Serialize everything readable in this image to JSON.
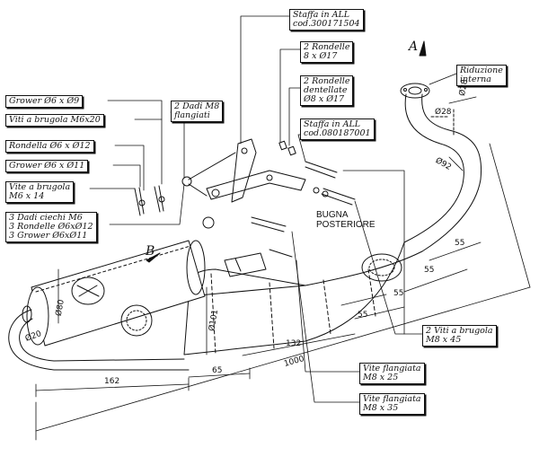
{
  "callouts": {
    "staffa_top": [
      "Staffa in ALL",
      "cod.300171504"
    ],
    "rondelle_8": [
      "2 Rondelle",
      "8 x Ø17"
    ],
    "rondelle_dent": [
      "2 Rondelle",
      "dentellate",
      "Ø8 x Ø17"
    ],
    "staffa_mid": [
      "Staffa in ALL",
      "cod.080187001"
    ],
    "riduzione": [
      "Riduzione",
      "interna"
    ],
    "dadi_m8": [
      "2 Dadi M8",
      "flangiati"
    ],
    "grower_8": "Grower Ø6 x Ø9",
    "viti_brugola": "Viti a brugola M6x20",
    "rondella_12": "Rondella Ø6 x Ø12",
    "grower_11": "Grower Ø6 x Ø11",
    "vite_brugola_14": [
      "Vite a brugola",
      "M6 x 14"
    ],
    "dadi_ciechi": [
      "3 Dadi ciechi M6",
      "3 Rondelle Ø6xØ12",
      "3 Grower Ø6xØ11"
    ],
    "viti_m8_45": [
      "2 Viti a brugola",
      "M8 x 45"
    ],
    "vite_flang_25": [
      "Vite flangiata",
      "M8 x 25"
    ],
    "vite_flang_35": [
      "Vite flangiata",
      "M8 x 35"
    ]
  },
  "labels": {
    "bugna": [
      "BUGNA",
      "POSTERIORE"
    ],
    "view_a": "A",
    "view_b": "B"
  },
  "dimensions": {
    "d28_a": "Ø28",
    "d28_b": "Ø28",
    "d92": "Ø92",
    "d80": "Ø80",
    "d101": "Ø101",
    "d20": "Ø20",
    "l55_a": "55",
    "l55_b": "55",
    "l55_c": "55",
    "l55_d": "55",
    "l162": "162",
    "l65": "65",
    "l132": "132",
    "l1000": "1000"
  }
}
